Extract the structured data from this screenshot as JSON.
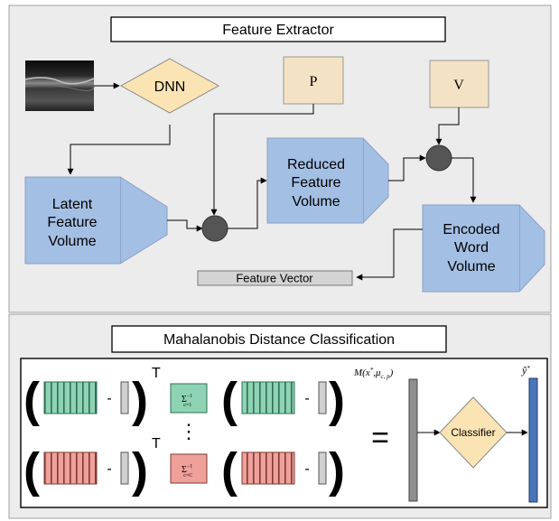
{
  "top": {
    "title": "Feature Extractor",
    "dnn": "DNN",
    "p": "P",
    "v": "V",
    "latent": [
      "Latent",
      "Feature",
      "Volume"
    ],
    "reduced": [
      "Reduced",
      "Feature",
      "Volume"
    ],
    "encoded": [
      "Encoded",
      "Word",
      "Volume"
    ],
    "feature_vector": "Feature Vector"
  },
  "bottom": {
    "title": "Mahalanobis Distance Classification",
    "transpose": "T",
    "minus": "-",
    "dots": "⋮",
    "equals": "=",
    "sigma_top": "Σ",
    "sigma_top_sup": "−1",
    "sigma_top_sub": "c=1",
    "sigma_bot": "Σ",
    "sigma_bot_sup": "−1",
    "sigma_bot_sub": "c=C",
    "m_label_main": "M(x",
    "m_label_star": "*",
    "m_label_mu": ",μ",
    "m_label_sub": "c, p",
    "m_label_close": ")",
    "classifier": "Classifier",
    "yhat": "ŷ",
    "yhat_star": "*"
  },
  "colors": {
    "panel_bg": "#ececec",
    "box_blue": "#a4bfe4",
    "diamond_fill": "#fbe4b4",
    "pv_fill": "#f4e2c4",
    "node_dark": "#555555",
    "green": "#8ed4b4",
    "red": "#f0a09a",
    "grey_bar": "#8f8f8f",
    "blue_bar": "#4a74b8"
  }
}
